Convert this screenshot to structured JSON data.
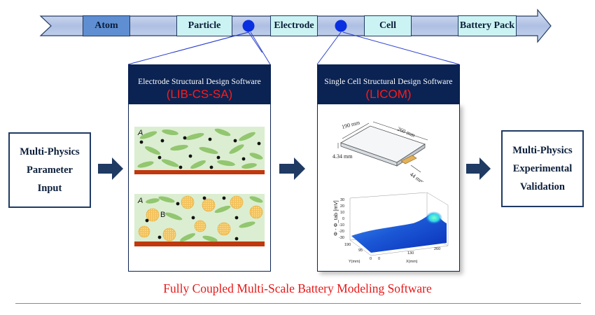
{
  "scale_bar": {
    "stages": [
      "Atom",
      "Particle",
      "Electrode",
      "Cell",
      "Battery Pack"
    ]
  },
  "left_panel": {
    "subtitle": "Electrode Structural Design Software",
    "name": "(LIB-CS-SA)",
    "labels": [
      "A",
      "A",
      "B"
    ]
  },
  "right_panel": {
    "subtitle": "Single Cell Structural Design Software",
    "name": "(LICOM)",
    "dimensions": [
      "190 mm",
      "260 mm",
      "4.34 mm",
      "44 mm"
    ],
    "plot": {
      "zlabel": "Φ - Φ_tab [mV]",
      "z_ticks": [
        "30",
        "20",
        "10",
        "0",
        "-10",
        "-20",
        "-30"
      ],
      "y_ticks": [
        "190",
        "95",
        "0"
      ],
      "x_ticks": [
        "0",
        "130",
        "260"
      ],
      "ylabel": "Y(mm)",
      "xlabel": "X(mm)"
    }
  },
  "input_box": {
    "lines": [
      "Multi-Physics",
      "Parameter",
      "Input"
    ]
  },
  "output_box": {
    "lines": [
      "Multi-Physics",
      "Experimental",
      "Validation"
    ]
  },
  "footer": {
    "title": "Fully Coupled Multi-Scale Battery Modeling Software"
  },
  "colors": {
    "navy": "#0b2352",
    "bar_blue": "#b9c8e8",
    "stage_fill": "#ccf3f3",
    "dot_blue": "#0a2fe0",
    "red": "#ff1a1a",
    "electrolyte_green": "#dbeed1",
    "collector_red": "#c0380e"
  }
}
